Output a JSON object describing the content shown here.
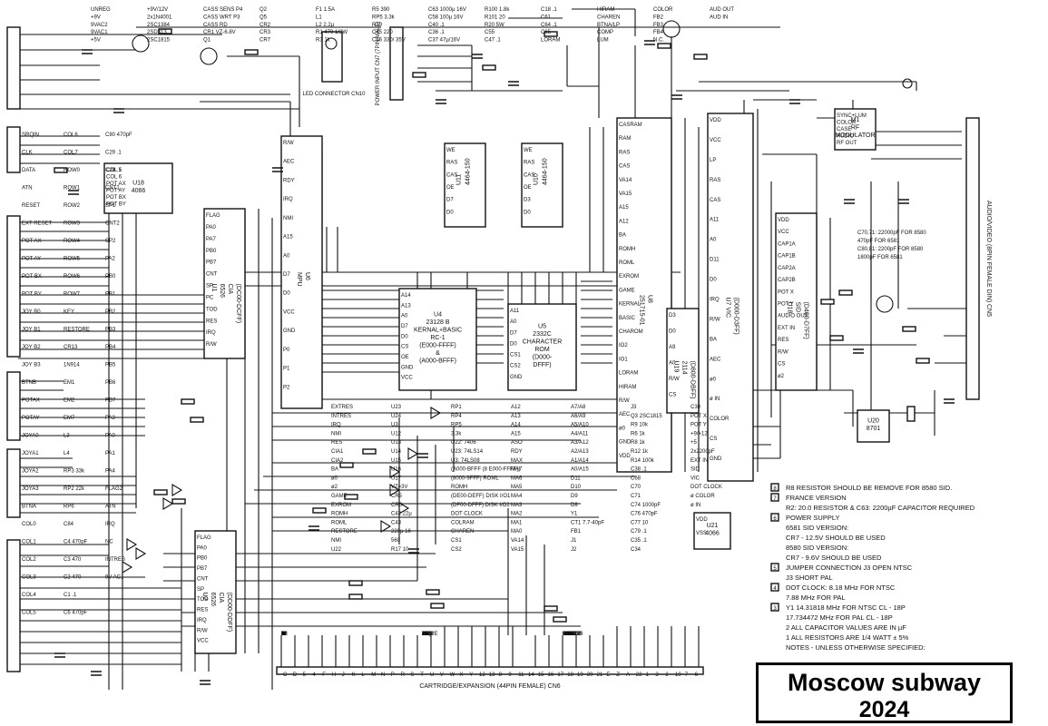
{
  "chips": [
    {
      "id": "mpu",
      "lines": [
        "MPU",
        "U6"
      ],
      "pins": [
        "R/W",
        "AEC",
        "RDY",
        "IRQ",
        "NMI",
        "A15",
        "A0",
        "D7",
        "D0",
        "VCC",
        "GND",
        "P0",
        "P1",
        "P2"
      ]
    },
    {
      "id": "cia1",
      "lines": [
        "U1",
        "6526",
        "CIA",
        "(DC00-DCFF)"
      ],
      "pins": [
        "FLAG",
        "PA0",
        "PA7",
        "PB0",
        "PB7",
        "CNT",
        "SP",
        "PC",
        "TOD",
        "RES",
        "IRQ",
        "R/W"
      ]
    },
    {
      "id": "cia2",
      "lines": [
        "U2",
        "6526",
        "CIA",
        "(DD00-DDFF)"
      ],
      "pins": [
        "FLAG",
        "PA0",
        "PB0",
        "PB7",
        "CNT",
        "SP",
        "TOD",
        "RES",
        "IRQ",
        "R/W",
        "VCC"
      ]
    },
    {
      "id": "kernal",
      "lines": [
        "U4",
        "23128 B",
        "KERNAL+BASIC",
        "RC-1",
        "(E000-FFFF)",
        "&",
        "(A000-BFFF)"
      ],
      "pins": [
        "A14",
        "A13",
        "A0",
        "D7",
        "D0",
        "CS",
        "OE",
        "GND",
        "VCC"
      ]
    },
    {
      "id": "charrom",
      "lines": [
        "U5",
        "2332C",
        "CHARACTER",
        "ROM",
        "(D000-",
        "DFFF)"
      ],
      "pins": [
        "A11",
        "A0",
        "D7",
        "D0",
        "CS1",
        "CS2",
        "GND"
      ]
    },
    {
      "id": "ram1",
      "lines": [
        "U11",
        "4464-150"
      ],
      "pins": [
        "WE",
        "RAS",
        "CAS",
        "OE",
        "D7",
        "D0"
      ]
    },
    {
      "id": "ram2",
      "lines": [
        "U10",
        "4464-150"
      ],
      "pins": [
        "WE",
        "RAS",
        "CAS",
        "OE",
        "D3",
        "D0"
      ]
    },
    {
      "id": "pla",
      "lines": [
        "251715-01",
        "U8"
      ],
      "pins": [
        "CASRAM",
        "RAM",
        "RAS",
        "CAS",
        "VA14",
        "VA15",
        "A15",
        "A12",
        "BA",
        "ROMH",
        "ROML",
        "EXROM",
        "GAME",
        "KERNAL",
        "BASIC",
        "CHAROM",
        "IO2",
        "IO1",
        "LORAM",
        "HIRAM",
        "R/W",
        "AEC",
        "ø0",
        "GND",
        "VDD"
      ]
    },
    {
      "id": "vic",
      "lines": [
        "U7  VIC",
        "(D000-D3FF)"
      ],
      "pins": [
        "VDD",
        "VCC",
        "LP",
        "RAS",
        "CAS",
        "A11",
        "A0",
        "D11",
        "D0",
        "IRQ",
        "R/W",
        "BA",
        "AEC",
        "ø0",
        "ø IN",
        "COLOR",
        "CS",
        "GND"
      ]
    },
    {
      "id": "sid",
      "lines": [
        "U18",
        "SID",
        "(D400-D7FF)"
      ],
      "pins": [
        "VDD",
        "VCC",
        "CAP1A",
        "CAP1B",
        "CAP2A",
        "CAP2B",
        "POT X",
        "POT Y",
        "AUDIO OUT",
        "EXT IN",
        "RES",
        "R/W",
        "CS",
        "ø2"
      ]
    },
    {
      "id": "colorram",
      "lines": [
        "U19",
        "2114",
        "(D800-DBFF)"
      ],
      "pins": [
        "D3",
        "D0",
        "A9",
        "A0",
        "R/W",
        "CS"
      ]
    },
    {
      "id": "u18",
      "lines": [
        "U18",
        "4066"
      ],
      "pins": [
        "COL 5",
        "COL 6",
        "POT AX",
        "POT AY",
        "POT BX",
        "POT BY"
      ]
    },
    {
      "id": "u21",
      "lines": [
        "U21",
        "4066"
      ],
      "pins": [
        "VDD",
        "VSS"
      ]
    },
    {
      "id": "u20",
      "lines": [
        "U20",
        "8701"
      ],
      "pins": []
    },
    {
      "id": "mod",
      "lines": [
        "M1",
        "RF",
        "MODULATOR"
      ],
      "pins": [
        "SYNC+LUM",
        "COLOR",
        "CASE",
        "AUDIO",
        "RF OUT",
        "SYNC+LUM",
        "COLOR"
      ]
    }
  ],
  "connectors": {
    "cn5": "AUDIO/VIDEO (8PIN FEMALE DIN)  CN5",
    "cn6": "CARTRIDGE/EXPANSION (44PIN FEMALE) CN6",
    "cn7": "POWER INPUT CN7 (7PIN MALE)",
    "cn10": "LED CONNECTOR CN10"
  },
  "signals": {
    "top": [
      "UNREG",
      "+9V",
      "9VAC2",
      "9VAC1",
      "+5V",
      "+9V/12V",
      "2x1N4001",
      "2SC1384",
      "2SD313",
      "2SC1815",
      "CASS SENS P4",
      "CASS WRT P3",
      "CASS RD",
      "CR1 VZ-6.8V",
      "Q1",
      "Q2",
      "Q5",
      "CR2",
      "CR3",
      "CR7",
      "F1 1.5A",
      "L1",
      "L2 2.2µ",
      "R1 470 1/2W",
      "R3 1k",
      "R5 390",
      "RP5 3.3k",
      "R19",
      "C45 220",
      "C66 330/ 35V",
      "C63 1000µ 16V",
      "C58 100µ 16V",
      "C40 .1",
      "C36 .1",
      "C37 47µ/16V",
      "R100 1.8k",
      "R101 20",
      "R20 5W",
      "C55",
      "C47 .1",
      "C18 .1",
      "C61",
      "C64 .1",
      "C65",
      "LORAM",
      "HIRAM",
      "CHAREN",
      "BTNA/LP",
      "COMP",
      "LUM",
      "COLOR",
      "FB2",
      "FB3",
      "FB4",
      "N.C.",
      "AUD OUT",
      "AUD IN"
    ],
    "left": [
      "SRQIN",
      "CLK",
      "DATA",
      "ATN",
      "RESET",
      "EXT RESET",
      "POT AX",
      "POT AY",
      "POT BX",
      "POT BY",
      "JOY B0",
      "JOY B1",
      "JOY B2",
      "JOY B3",
      "BTNB",
      "POTAX",
      "POTAY",
      "JOYA0",
      "JOYA1",
      "JOYA2",
      "JOYA3",
      "BTNA",
      "COL0",
      "COL1",
      "COL2",
      "COL3",
      "COL4",
      "COL5",
      "COL6",
      "COL7",
      "ROW0",
      "ROW1",
      "ROW2",
      "ROW3",
      "ROW4",
      "ROW5",
      "ROW6",
      "ROW7",
      "KEY",
      "RESTORE",
      "CR13",
      "1N914",
      "EM1",
      "EM2",
      "EM7",
      "L3",
      "L4",
      "RP3 33k",
      "RP2 22k",
      "RP6",
      "C84",
      "C4 470pF",
      "C3 470",
      "C2 470",
      "C1 .1",
      "C6 470pF",
      "C80 470pF",
      "C29 .1",
      "C28 .1",
      "CNT1",
      "SP1",
      "CNT2",
      "SP2",
      "PA2",
      "PB0",
      "PB1",
      "PB2",
      "PB3",
      "PB4",
      "PB5",
      "PB6",
      "PB7",
      "PA3",
      "PA0",
      "PA1",
      "PA4",
      "FLAG2",
      "ATN",
      "IRQ",
      "NC",
      "INTRES",
      "9V AC1"
    ],
    "mid": [
      "EXTRES",
      "INTRES",
      "IRQ",
      "NMI",
      "RES",
      "CIA1",
      "CIA2",
      "BA",
      "ø0",
      "ø2",
      "GAME",
      "EXROM",
      "ROMH",
      "ROML",
      "RESTORE",
      "NMI",
      "U22",
      "U23",
      "U24",
      "U3",
      "U12",
      "U13",
      "U14",
      "U15",
      "U16",
      "U17",
      "VZ=3V",
      "CR5",
      "CR6",
      "C42 22µ",
      "C43",
      "220µ 16",
      "560",
      "R17 10",
      "RP1",
      "RP4",
      "RP5",
      "3.3k",
      "U22: 7406",
      "U23: 74LS14",
      "U3: 74LS08",
      "(A000-BFFF (8 E000-FFFF))",
      "(8000-9FFF) ROML",
      "ROMH",
      "(DE00-DEFF) DISK I/O1",
      "(DF00-DFFF) DISK I/O2",
      "DOT CLOCK",
      "COLRAM",
      "CHAREN",
      "CS1",
      "CS2",
      "A12",
      "A13",
      "A14",
      "A15",
      "ASO",
      "RDY",
      "MAX",
      "MA7",
      "MA6",
      "MA5",
      "MA4",
      "MA3",
      "MA2",
      "MA1",
      "MA0",
      "VA14",
      "VA15",
      "A7/A8",
      "A6/A9",
      "A5/A10",
      "A4/A11",
      "A3/A12",
      "A2/A13",
      "A1/A14",
      "A0/A15",
      "D11",
      "D10",
      "D9",
      "D8",
      "Y1",
      "CT1 7.7-40pF",
      "FB1",
      "J1",
      "J2",
      "J3",
      "Q3 2SC1815",
      "R9 10k",
      "R6 1k",
      "R8 1k",
      "R12 1k",
      "R14 100k",
      "C38 .1",
      "C68",
      "C70",
      "C71",
      "C74 1000pF",
      "C76 470pF",
      "C77 10",
      "C79 .1",
      "C35 .1",
      "C34",
      "C30",
      "POT X",
      "POT Y",
      "+9/+12",
      "+5",
      "2x2200pF",
      "EXT IN",
      "SID",
      "VIC",
      "DOT CLOCK",
      "ø COLOR",
      "ø IN"
    ],
    "bottom": [
      "C",
      "D",
      "5",
      "4",
      "F",
      "H",
      "J",
      "K",
      "L",
      "M",
      "N",
      "P",
      "R",
      "S",
      "T",
      "U",
      "V",
      "W",
      "X",
      "Y",
      "12",
      "13",
      "8",
      "9",
      "11",
      "14",
      "15",
      "16",
      "17",
      "18",
      "19",
      "20",
      "21",
      "E",
      "Z",
      "A",
      "22",
      "1",
      "3",
      "2",
      "10",
      "7",
      "6",
      "RES",
      "NMI",
      "R/W",
      "IRQ",
      "A15",
      "A0",
      "GAME",
      "EXROM",
      "ROMH",
      "ROML",
      "DMA",
      "I/O1",
      "I/O2",
      "D7",
      "D0",
      "U11",
      "U16",
      "U17",
      "C70",
      "U2",
      "U25",
      "U27",
      "INTRES",
      "9V AC1",
      "9V AC2",
      "CNT1",
      "SP1",
      "CNT2",
      "SP2",
      "PC2",
      "FLAG2"
    ]
  },
  "notes": [
    {
      "num": "8",
      "text": "R8 RESISTOR SHOULD BE REMOVE FOR 8580 SID."
    },
    {
      "num": "7",
      "text": "FRANCE VERSION"
    },
    {
      "num": "",
      "text": "R2: 20.0 RESISTOR & C63: 2200µF  CAPACITOR REQUIRED"
    },
    {
      "num": "6",
      "text": "POWER SUPPLY"
    },
    {
      "num": "",
      "text": "6581 SID VERSION:"
    },
    {
      "num": "",
      "text": "CR7 - 12.5V  SHOULD BE USED"
    },
    {
      "num": "",
      "text": "8580 SID VERSION:"
    },
    {
      "num": "",
      "text": "CR7 - 9.6V  SHOULD BE USED"
    },
    {
      "num": "5",
      "text": "JUMPER CONNECTION J3 OPEN  NTSC"
    },
    {
      "num": "",
      "text": "J3 SHORT  PAL"
    },
    {
      "num": "4",
      "text": "DOT CLOCK: 8.18 MHz   FOR NTSC"
    },
    {
      "num": "",
      "text": "7.88 MHz   FOR PAL"
    },
    {
      "num": "3",
      "text": "Y1   14.31818 MHz   FOR NTSC  CL - 18P"
    },
    {
      "num": "",
      "text": "17.734472 MHz   FOR PAL   CL - 18P"
    },
    {
      "num": "",
      "text": "2  ALL CAPACITOR VALUES ARE IN µF"
    },
    {
      "num": "",
      "text": "1  ALL RESISTORS ARE 1/4 WATT ± 5%"
    },
    {
      "num": "",
      "text": "NOTES - UNLESS  OTHERWISE SPECIFIED:"
    }
  ],
  "cap_table": {
    "lines": [
      "C70,71: 22000pF FOR 8580",
      "470pF FOR 6581",
      "C80,81: 2200pF FOR 8580",
      "1800pF FOR 6581"
    ]
  },
  "credit": {
    "line1": "Moscow subway",
    "line2": "2024"
  }
}
